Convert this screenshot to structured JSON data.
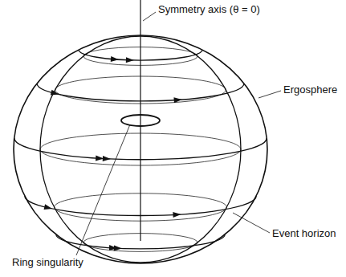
{
  "diagram": {
    "labels": [
      "Symmetry axis (θ = 0)",
      "Ergosphere",
      "Event horizon",
      "Ring singularity"
    ]
  }
}
